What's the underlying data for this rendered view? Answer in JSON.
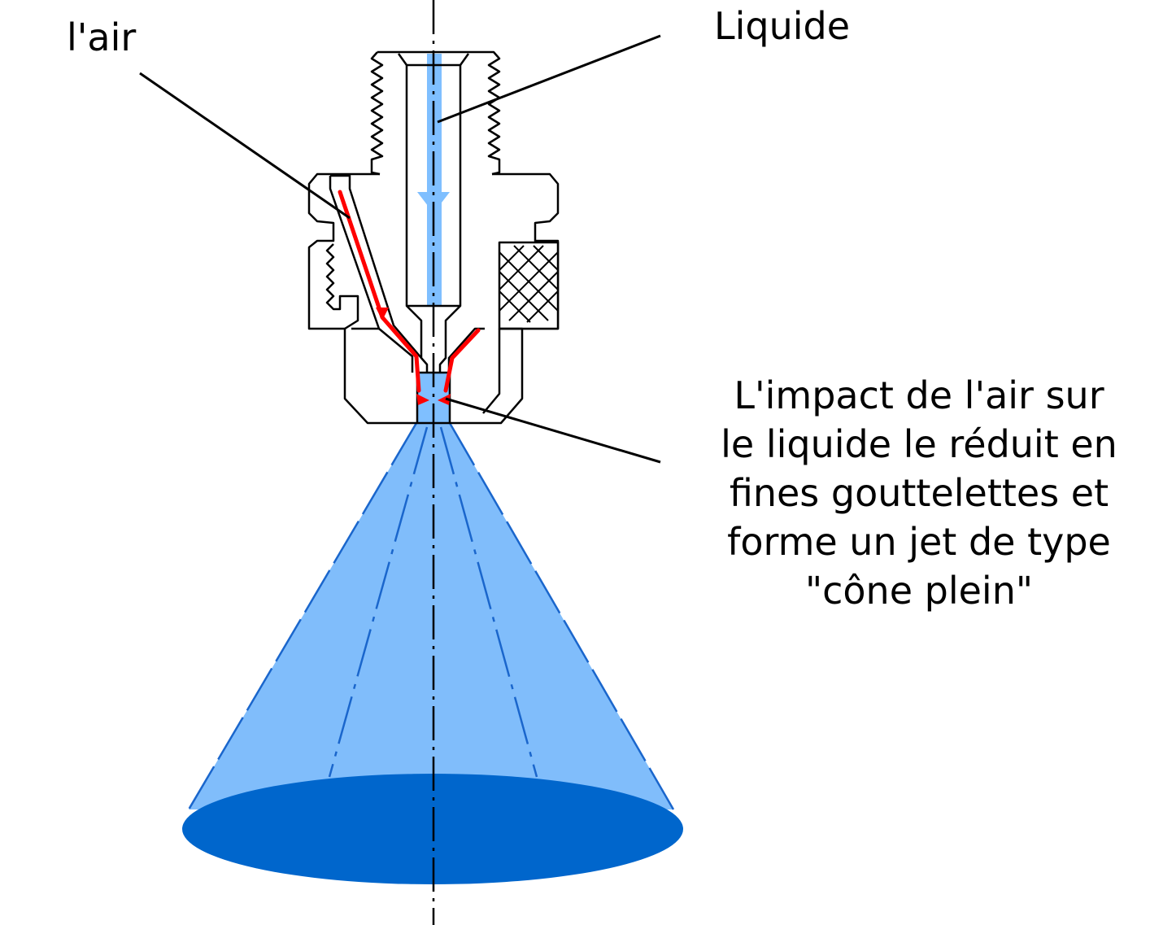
{
  "labels": {
    "air": "l'air",
    "liquid": "Liquide",
    "impact_lines": [
      "L'impact de l'air sur",
      "le liquide le réduit en",
      "fines gouttelettes et",
      "forme un jet de type",
      "\"cône plein\""
    ]
  },
  "colors": {
    "outline": "#000000",
    "liquid": "#7fbfff",
    "spray_light": "#80bdfb",
    "spray_dark": "#0066cc",
    "spray_line": "#1a66cc",
    "air_flow": "#ff0000",
    "background": "#ffffff"
  }
}
